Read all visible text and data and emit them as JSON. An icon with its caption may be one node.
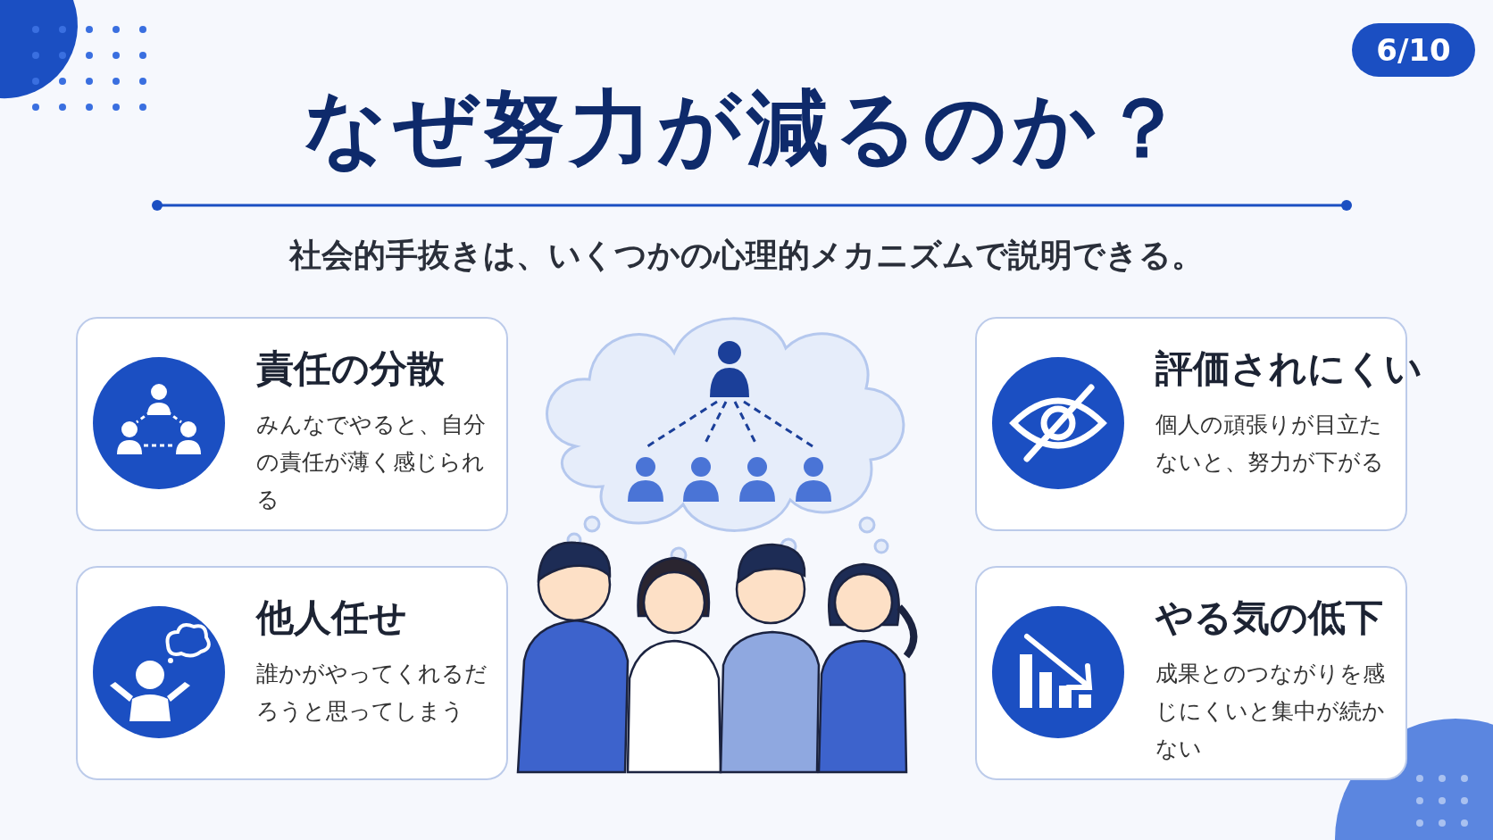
{
  "diagram": {
    "title": "なぜ努力が減るのか？",
    "nodes": [
      {
        "text": [
          "責任の分散",
          "みんなでやると、自分の責任が薄く感じられる"
        ]
      },
      {
        "text": [
          "評価されにくい",
          "個人の頑張りが目立たないと、努力が下がる"
        ]
      },
      {
        "text": [
          "他人任せ",
          "誰かがやってくれるだろうと思ってしまう"
        ]
      },
      {
        "text": [
          "やる気の低下",
          "成果とのつながりを感じにくいと集中が続かない"
        ]
      }
    ],
    "edges": [],
    "labels": [
      "6/10",
      "社会的手抜きは、いくつかの心理的メカニズムで説明できる。"
    ]
  }
}
